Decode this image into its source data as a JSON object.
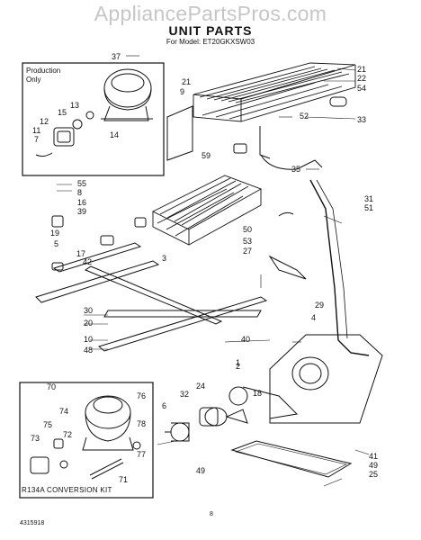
{
  "watermark": "AppliancePartsPros.com",
  "header": {
    "title": "UNIT PARTS",
    "model_line": "For Model: ET20GKXSW03"
  },
  "box_labels": {
    "production": "Production Only",
    "conversion_kit": "R134A CONVERSION KIT"
  },
  "footer": {
    "doc_number": "4315918",
    "page_number": "8"
  },
  "callouts": [
    "37",
    "21",
    "22",
    "54",
    "21",
    "9",
    "52",
    "33",
    "13",
    "15",
    "12",
    "11",
    "14",
    "7",
    "59",
    "35",
    "31",
    "51",
    "55",
    "8",
    "16",
    "39",
    "19",
    "5",
    "17",
    "42",
    "3",
    "50",
    "53",
    "27",
    "29",
    "4",
    "30",
    "20",
    "10",
    "48",
    "40",
    "1",
    "70",
    "76",
    "74",
    "72",
    "75",
    "73",
    "71",
    "78",
    "77",
    "32",
    "24",
    "6",
    "49",
    "41",
    "49",
    "25",
    "2",
    "18"
  ]
}
